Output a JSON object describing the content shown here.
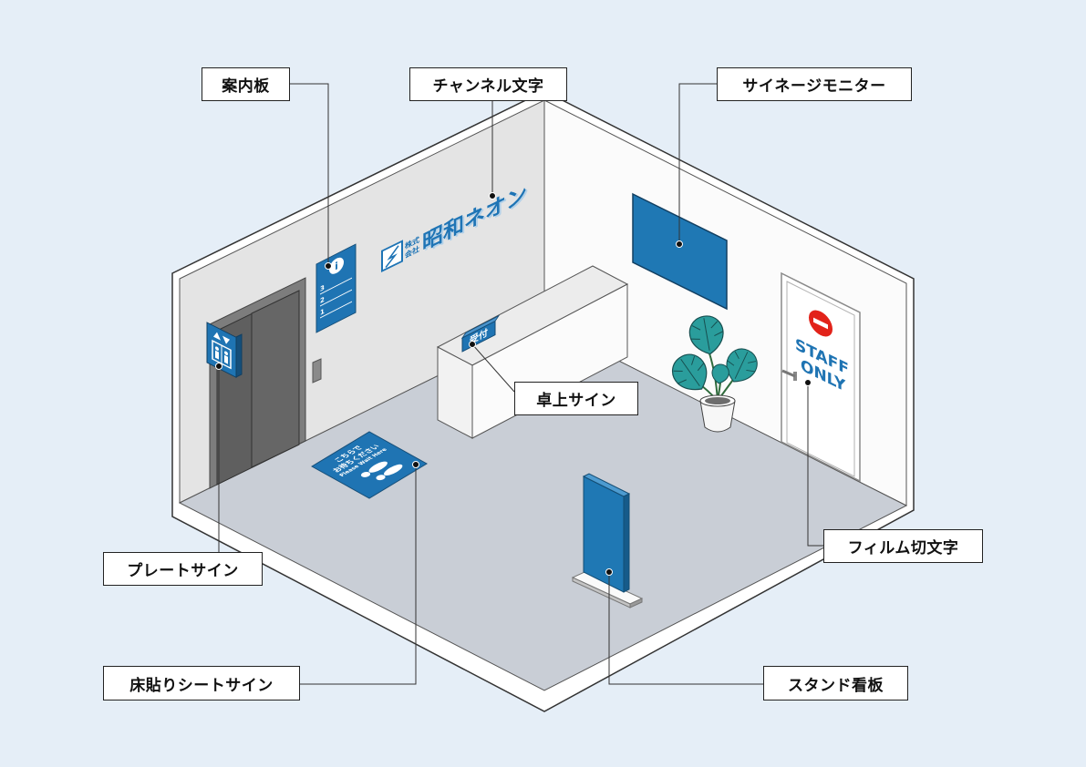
{
  "callouts": {
    "directory_board": "案内板",
    "channel_letters": "チャンネル文字",
    "signage_monitor": "サイネージモニター",
    "desk_sign": "卓上サイン",
    "plate_sign": "プレートサイン",
    "floor_sticker": "床貼りシートサイン",
    "stand_sign": "スタンド看板",
    "film_lettering": "フィルム切文字"
  },
  "wall_logo": {
    "icon": "logo-mark-icon",
    "prefix_top": "株式",
    "prefix_bottom": "会社",
    "name": "昭和ネオン"
  },
  "directory_board": {
    "icon": "info-icon",
    "info_glyph": "i",
    "floors": [
      "3",
      "2",
      "1"
    ]
  },
  "plate_sign": {
    "icon": "elevator-icon"
  },
  "reception": {
    "desk_sign": "受付"
  },
  "door": {
    "icon": "no-entry-icon",
    "text_line1": "STAFF",
    "text_line2": "ONLY"
  },
  "floor_sticker": {
    "icon": "footprints-icon",
    "line1": "こちらで",
    "line2": "お待ちください",
    "line3": "Please Wait Here"
  },
  "colors": {
    "background": "#e5eef7",
    "sign_blue": "#1f74b3",
    "floor": "#c9ced6",
    "left_wall": "#e4e4e4",
    "plant_leaf": "#2a9d9c",
    "no_entry_red": "#e2231a"
  }
}
